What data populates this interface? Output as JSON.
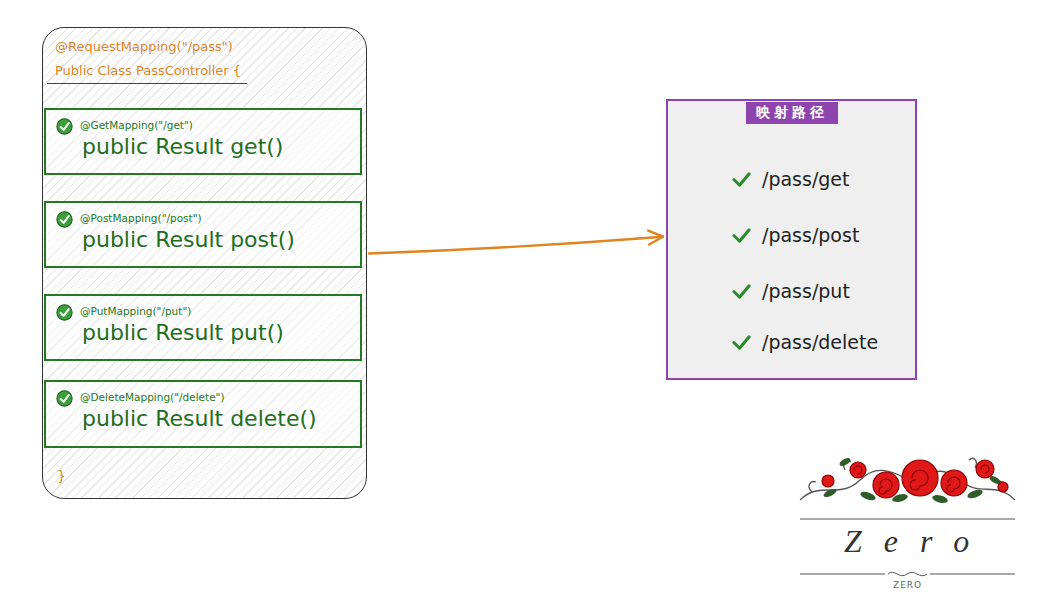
{
  "diagram": {
    "nodes": [
      {
        "text": [
          "@RequestMapping(\"/pass\")",
          "Public Class PassController {",
          "}"
        ]
      },
      {
        "text": [
          "@GetMapping(\"/get\")",
          "public Result get()"
        ],
        "in": 0
      },
      {
        "text": [
          "@PostMapping(\"/post\")",
          "public Result post()"
        ],
        "in": 0
      },
      {
        "text": [
          "@PutMapping(\"/put\")",
          "public Result put()"
        ],
        "in": 0
      },
      {
        "text": [
          "@DeleteMapping(\"/delete\")",
          "public Result delete()"
        ],
        "in": 0
      },
      {
        "text": [
          "映射路径",
          "/pass/get",
          "/pass/post",
          "/pass/put",
          "/pass/delete"
        ]
      }
    ],
    "edges": [
      {
        "from": 0,
        "to": 5,
        "arrow": "to"
      }
    ],
    "labels": [
      "Zero",
      "ZERO"
    ]
  }
}
